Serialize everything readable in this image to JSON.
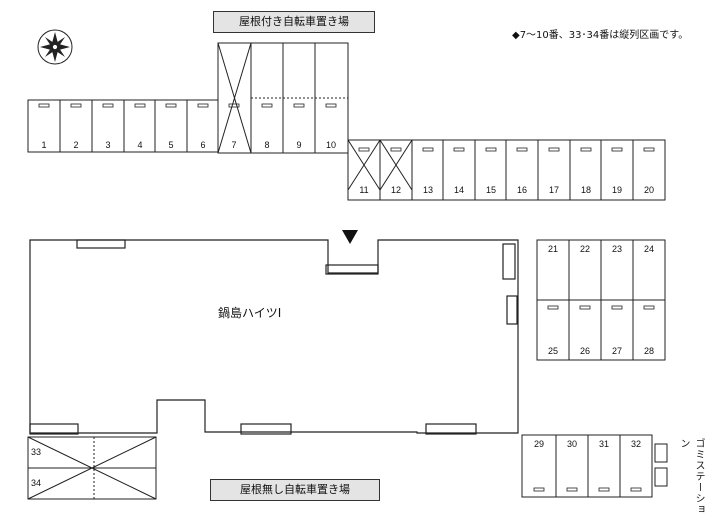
{
  "labels": {
    "covered_parking": "屋根付き自転車置き場",
    "uncovered_parking": "屋根無し自転車置き場",
    "note": "◆7～10番、33･34番は縦列区画です。",
    "building_name": "鍋島ハイツⅠ",
    "garbage_station": "ゴミステーション"
  },
  "spaces": {
    "row_a": [
      "1",
      "2",
      "3",
      "4",
      "5",
      "6",
      "7",
      "8",
      "9",
      "10"
    ],
    "row_b": [
      "11",
      "12",
      "13",
      "14",
      "15",
      "16",
      "17",
      "18",
      "19",
      "20"
    ],
    "grid_top": [
      "21",
      "22",
      "23",
      "24"
    ],
    "grid_bottom": [
      "25",
      "26",
      "27",
      "28"
    ],
    "row_c": [
      "29",
      "30",
      "31",
      "32"
    ],
    "row_d": [
      "33",
      "34"
    ]
  },
  "crossed_out": [
    "7",
    "11",
    "12",
    "33",
    "34"
  ]
}
